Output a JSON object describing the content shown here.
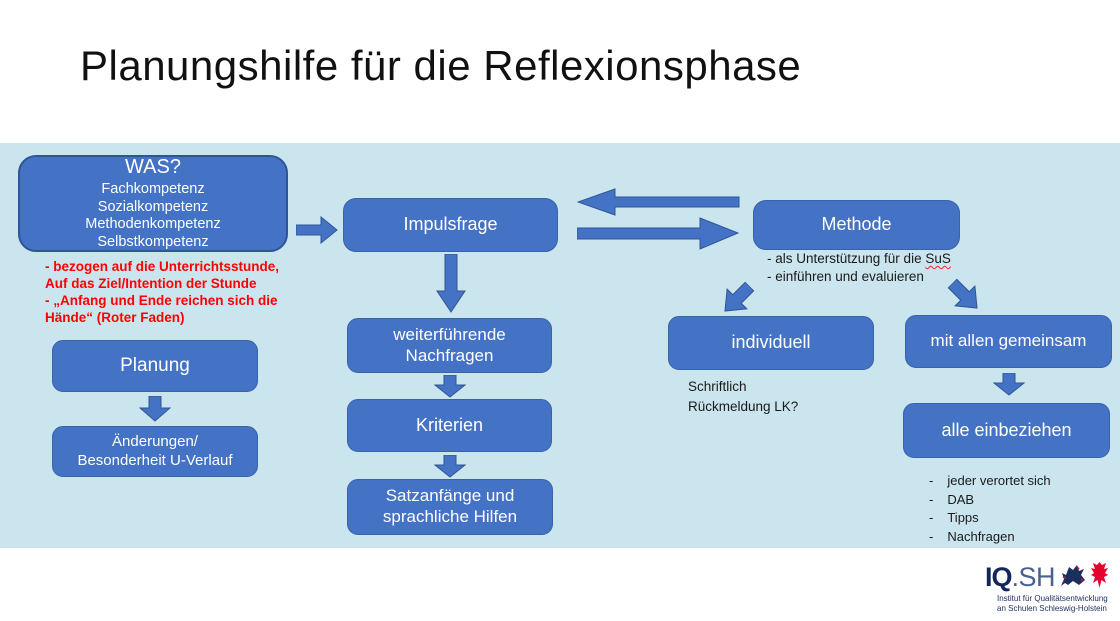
{
  "title": "Planungshilfe für die Reflexionsphase",
  "colors": {
    "band_background": "#cbe5ee",
    "box_blue": "#4472c4",
    "box_border_dark": "#2f5597",
    "note_red": "#fe0000",
    "logo_navy": "#14275a",
    "logo_red": "#e4032e"
  },
  "left_column": {
    "was_box": {
      "heading": "WAS?",
      "lines": "Fachkompetenz\nSozialkompetenz\nMethodenkompetenz\nSelbstkompetenz"
    },
    "red_note": "- bezogen auf die Unterrichtsstunde,\nAuf das Ziel/Intention der Stunde\n- „Anfang und Ende reichen sich die\nHände“ (Roter Faden)",
    "planung_box": "Planung",
    "aenderungen_box": "Änderungen/\nBesonderheit U-Verlauf"
  },
  "middle_column": {
    "impulsfrage_box": "Impulsfrage",
    "nachfragen_box": "weiterführende\nNachfragen",
    "kriterien_box": "Kriterien",
    "satzanfaenge_box": "Satzanfänge und\nsprachliche Hilfen"
  },
  "right_column": {
    "methode_box": "Methode",
    "methode_note_prefix": "- als Unterstützung für die ",
    "methode_note_sus": "SuS",
    "methode_note_line2": "- einführen und evaluieren",
    "individuell_box": "individuell",
    "individuell_note": "Schriftlich\nRückmeldung LK?",
    "gemeinsam_box": "mit allen gemeinsam",
    "einbeziehen_box": "alle einbeziehen",
    "bullet_marker": "-",
    "bullets": [
      "jeder verortet sich",
      "DAB",
      "Tipps",
      "Nachfragen"
    ]
  },
  "logo": {
    "wordmark_bold": "IQ",
    "wordmark_light": ".SH",
    "subline1": "Institut für Qualitätsentwicklung",
    "subline2": "an Schulen Schleswig-Holstein"
  }
}
